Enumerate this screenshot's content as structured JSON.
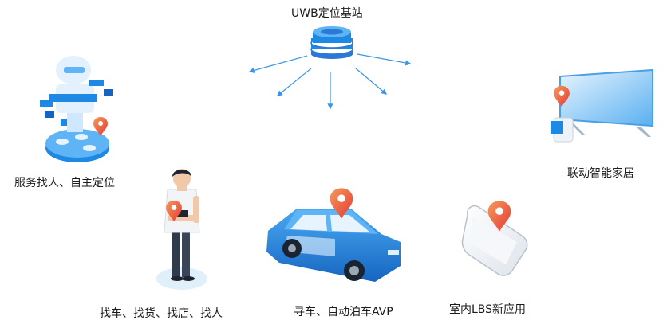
{
  "labels": {
    "station": "UWB定位基站",
    "robot": "服务找人、自主定位",
    "person": "找车、找货、找店、找人",
    "car": "寻车、自动泊车AVP",
    "phone": "室内LBS新应用",
    "home": "联动智能家居"
  },
  "colors": {
    "blue": "#1e88e5",
    "light_blue": "#5fb4f5",
    "pin_red": "#ef4f3c",
    "pin_orange": "#f59a5a",
    "signal": "#3a95e8"
  },
  "icons": [
    "uwb-station-icon",
    "robot-icon",
    "person-icon",
    "car-icon",
    "phone-icon",
    "smart-tv-icon",
    "location-pin-icon"
  ]
}
